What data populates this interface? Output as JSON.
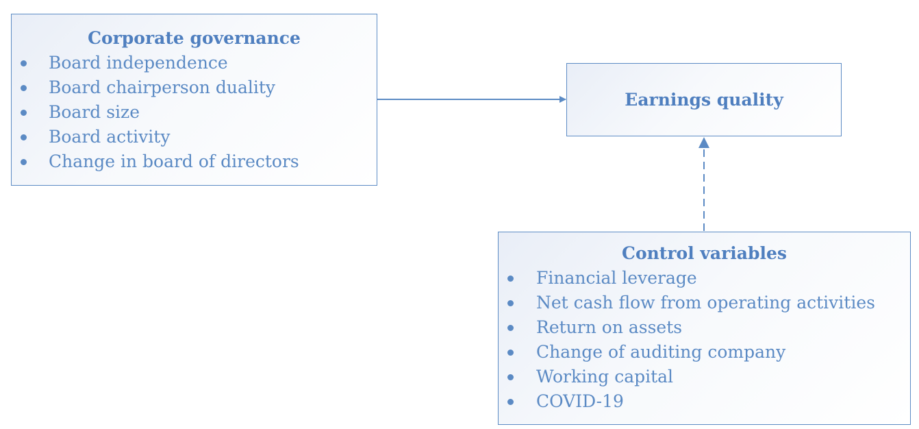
{
  "corporate_governance": {
    "title": "Corporate governance",
    "items": [
      "Board independence",
      "Board chairperson duality",
      "Board size",
      "Board activity",
      "Change in board of directors"
    ]
  },
  "earnings_quality": {
    "title": "Earnings quality"
  },
  "control_variables": {
    "title": "Control variables",
    "items": [
      "Financial leverage",
      "Net cash flow from operating activities",
      "Return on assets",
      "Change of auditing company",
      "Working capital",
      "COVID-19"
    ]
  },
  "colors": {
    "line": "#5b8ac4",
    "title": "#4f7fbf",
    "fill_start": "#e9eef7"
  }
}
